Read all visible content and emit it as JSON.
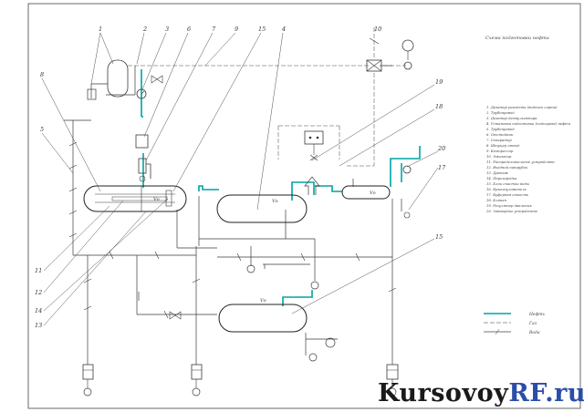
{
  "title": "Схема подготовки нефти",
  "callouts": [
    "1",
    "2",
    "3",
    "6",
    "7",
    "9",
    "15",
    "4",
    "10",
    "8",
    "5",
    "19",
    "18",
    "20",
    "17",
    "11",
    "12",
    "14",
    "13",
    "15"
  ],
  "legend_list": [
    "1. Дозатор реагента (водного сорта)",
    "2. Трубопровод",
    "3. Дозатор деэмульгатора",
    "4. Установка подготовки (подогрева) нефти",
    "5. Трубопровод",
    "6. Отстойник",
    "7. Сепаратор",
    "8. Штуцер отвод",
    "9. Компрессор",
    "10. Эжектор",
    "11. Распределительное устройство",
    "12. Входной патрубок",
    "13. Дренаж",
    "14. Перегородка",
    "15. Блок очистки воды",
    "16. Брызгоуловитель",
    "17. Буферная емкость",
    "18. Клапан",
    "19. Регулятор давления",
    "20. Затворное устройство"
  ],
  "line_legend": [
    {
      "label": "Нефть",
      "color": "#00a3a3"
    },
    {
      "label": "Газ",
      "color": "#777777"
    },
    {
      "label": "Вода",
      "color": "#444444"
    }
  ],
  "vessel_labels": [
    "Vо",
    "Vо",
    "Vо",
    "Vо"
  ],
  "watermark": {
    "part1": "Kursovoy",
    "part2": "RF.ru"
  },
  "colors": {
    "oil": "#00a3a3",
    "line": "#3a3a3a",
    "gas": "#888888",
    "brand_dark": "#1a1a1a",
    "brand_blue": "#2a4da8"
  }
}
